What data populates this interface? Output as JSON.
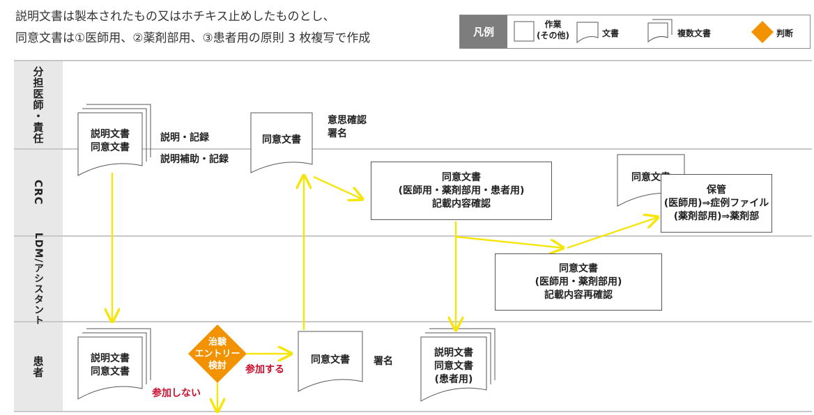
{
  "intro": {
    "line1": "説明文書は製本されたもの又はホチキス止めしたものとし、",
    "line2": "同意文書は①医師用、②薬剤部用、③患者用の原則 3 枚複写で作成"
  },
  "legend": {
    "title": "凡例",
    "task_line1": "作業",
    "task_line2": "(その他)",
    "document": "文書",
    "multi_document": "複数文書",
    "decision": "判断"
  },
  "lanes": [
    {
      "label": "分担医師・責任"
    },
    {
      "label": "CRC"
    },
    {
      "label": "LDM/アシスタント"
    },
    {
      "label": "患者"
    }
  ],
  "nodes": {
    "doc_stack_top": {
      "line1": "説明文書",
      "line2": "同意文書"
    },
    "label_explain_record": "説明・記録",
    "label_explain_assist": "説明補助・記録",
    "doc_consent_middle": "同意文書",
    "label_intent_sign_1": "意思確認",
    "label_intent_sign_2": "署名",
    "box_consent_check": {
      "line1": "同意文書",
      "line2": "(医師用・薬剤部用・患者用)",
      "line3": "記載内容確認"
    },
    "doc_consent_store": "同意文書",
    "box_storage": {
      "line1": "保管",
      "line2": "(医師用)⇒症例ファイル",
      "line3": "(薬剤部用)⇒薬剤部"
    },
    "box_recheck": {
      "line1": "同意文書",
      "line2": "(医師用・薬剤部用)",
      "line3": "記載内容再確認"
    },
    "doc_stack_patient": {
      "line1": "説明文書",
      "line2": "同意文書"
    },
    "decision": {
      "line1": "治験",
      "line2": "エントリー",
      "line3": "検討"
    },
    "label_participate": "参加する",
    "label_not_participate": "参加しない",
    "doc_consent_patient": "同意文書",
    "label_sign": "署名",
    "doc_stack_patient_copy": {
      "line1": "説明文書",
      "line2": "同意文書",
      "line3": "(患者用)"
    }
  },
  "colors": {
    "arrow": "#f5e50a",
    "decision": "#f39200",
    "lane_header": "#e8e8e8",
    "emphasis_text": "#c8102e"
  }
}
